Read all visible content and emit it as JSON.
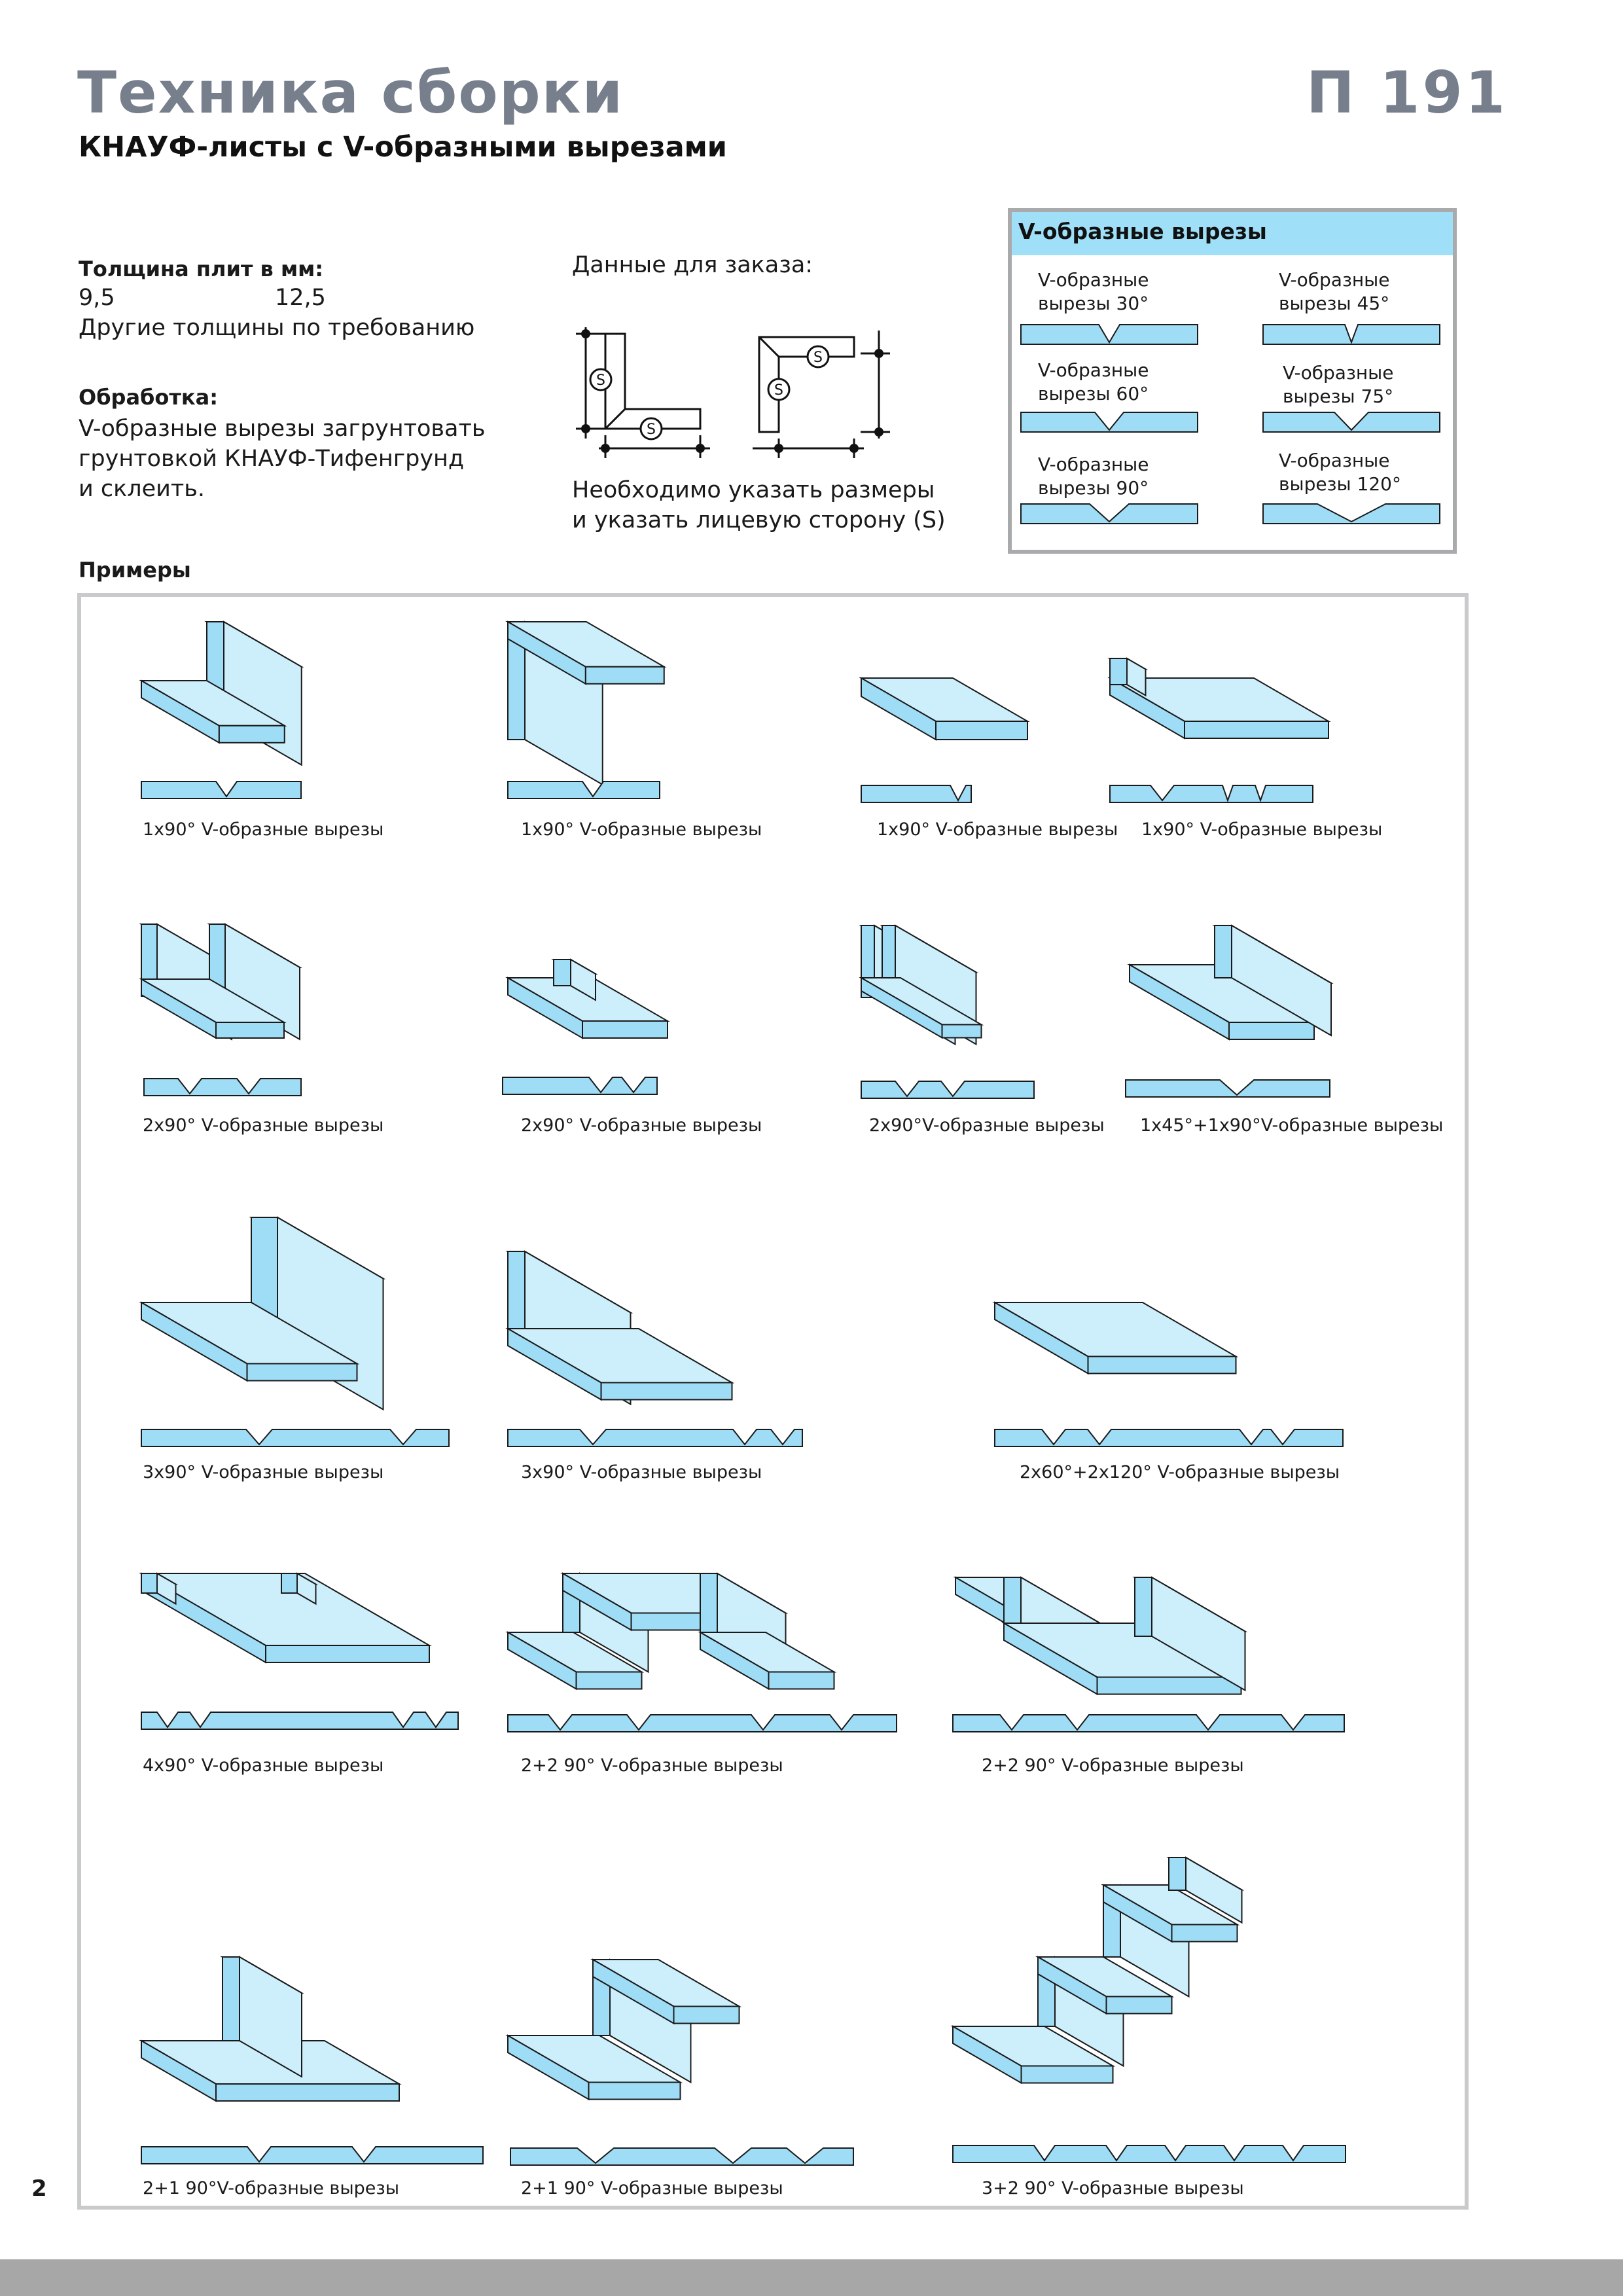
{
  "header": {
    "title": "Техника сборки",
    "code": "П 191",
    "subtitle": "КНАУФ-листы с V-образными вырезами"
  },
  "thickness": {
    "label": "Толщина плит в мм:",
    "value1": "9,5",
    "value2": "12,5",
    "note": "Другие толщины по требованию"
  },
  "processing": {
    "label": "Обработка:",
    "lines": [
      "V-образные вырезы загрунтовать",
      "грунтовкой КНАУФ-Тифенгрунд",
      "и склеить."
    ]
  },
  "order": {
    "label": "Данные для заказа:",
    "face_mark": "S",
    "lines": [
      "Необходимо указать размеры",
      "и указать лицевую сторону (S)"
    ]
  },
  "v_cuts": {
    "title": "V-образные вырезы",
    "items": [
      {
        "line1": "V-образные",
        "line2": "вырезы 30°"
      },
      {
        "line1": "V-образные",
        "line2": "вырезы 45°"
      },
      {
        "line1": "V-образные",
        "line2": "вырезы 60°"
      },
      {
        "line1": "V-образные",
        "line2": "вырезы 75°"
      },
      {
        "line1": "V-образные",
        "line2": "вырезы 90°"
      },
      {
        "line1": "V-образные",
        "line2": "вырезы 120°"
      }
    ]
  },
  "examples": {
    "title": "Примеры",
    "captions": [
      "1x90° V-образные вырезы",
      "1x90° V-образные вырезы",
      "1x90° V-образные вырезы",
      "1x90° V-образные вырезы",
      "2x90° V-образные вырезы",
      "2x90° V-образные вырезы",
      "2x90°V-образные вырезы",
      "1x45°+1x90°V-образные вырезы",
      "3x90° V-образные вырезы",
      "3x90° V-образные вырезы",
      "2x60°+2x120° V-образные вырезы",
      "4x90° V-образные вырезы",
      "2+2 90° V-образные вырезы",
      "2+2 90° V-образные вырезы",
      "2+1 90°V-образные вырезы",
      "2+1 90° V-образные вырезы",
      "3+2 90° V-образные вырезы"
    ]
  },
  "page_number": "2",
  "colors": {
    "board": "#9fdcf5",
    "board_light": "#cdeefb",
    "heading_gray": "#777f8c",
    "frame": "#c9cacb",
    "footer": "#a7a7a7"
  }
}
